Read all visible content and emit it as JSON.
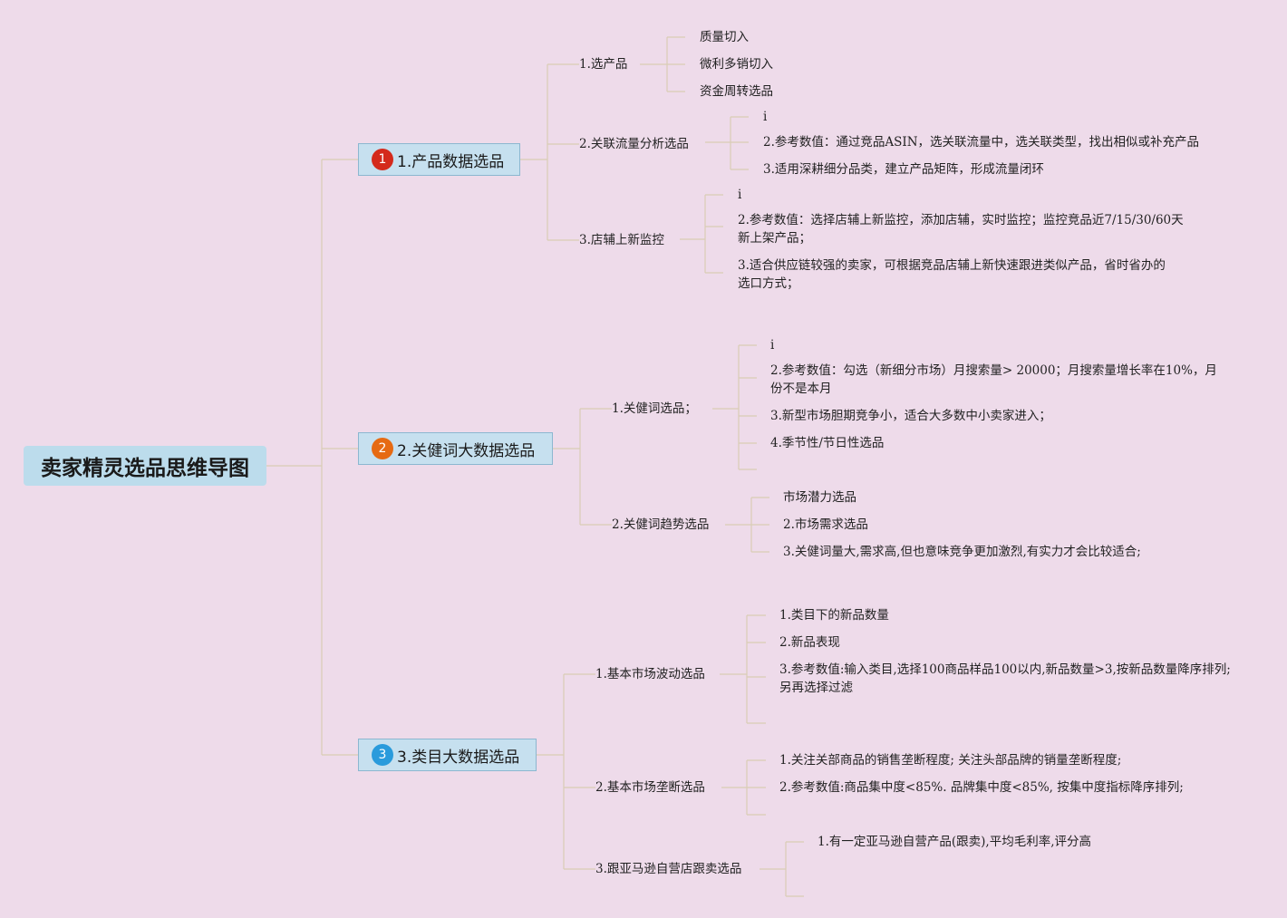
{
  "root": "卖家精灵选品思维导图",
  "colors": {
    "background": "#eedbea",
    "line": "#d9cdb5",
    "root_fill": "#bcdcec",
    "branch_fill": "#c6e0ef",
    "badge1": "#d42a1c",
    "badge2": "#e66a12",
    "badge3": "#2a9bdc"
  },
  "branches": [
    {
      "num": "1",
      "label": "1.产品数据选品",
      "children": [
        {
          "label": "1.选产品",
          "children": [
            "质量切入",
            "微利多销切入",
            "资金周转选品"
          ]
        },
        {
          "label": "2.关联流量分析选品",
          "children": [
            "i",
            "2.参考数值：通过竞品ASIN，选关联流量中，选关联类型，找出相似或补充产品",
            "3.适用深耕细分品类，建立产品矩阵，形成流量闭环"
          ]
        },
        {
          "label": "3.店辅上新监控",
          "children": [
            "i",
            "2.参考数值：选择店辅上新监控，添加店辅，实时监控；监控竞品近7/15/30/60天",
            "新上架产品；",
            "3.适合供应链较强的卖家，可根据竞品店辅上新快速跟进类似产品，省时省办的",
            "选口方式；"
          ]
        }
      ]
    },
    {
      "num": "2",
      "label": "2.关健词大数据选品",
      "children": [
        {
          "label": "1.关健词选品；",
          "children": [
            "i",
            "2.参考数值：勾选（新细分市场）月搜索量> 20000；月搜索量增长率在10%，月",
            "份不是本月",
            "3.新型市场胆期竞争小，适合大多数中小卖家进入；",
            "4.季节性/节日性选品"
          ]
        },
        {
          "label": "2.关健词趋势选品",
          "children": [
            "市场潜力选品",
            "2.市场需求选品",
            "3.关健词量大,需求高,但也意味竞争更加激烈,有实力才会比较适合;"
          ]
        }
      ]
    },
    {
      "num": "3",
      "label": "3.类目大数据选品",
      "children": [
        {
          "label": "1.基本市场波动选品",
          "children": [
            "1.类目下的新品数量",
            "2.新品表现",
            "3.参考数值:输入类目,选择100商品样品100以内,新品数量>3,按新品数量降序排列;",
            "另再选择过滤"
          ]
        },
        {
          "label": "2.基本市场垄断选品",
          "children": [
            "1.关注关部商品的销售垄断程度; 关注头部品牌的销量垄断程度;",
            "2.参考数值:商品集中度<85%. 品牌集中度<85%, 按集中度指标降序排列;"
          ]
        },
        {
          "label": "3.跟亚马逊自营店跟卖选品",
          "children": [
            "1.有一定亚马逊自营产品(跟卖),平均毛利率,评分高"
          ]
        }
      ]
    }
  ]
}
